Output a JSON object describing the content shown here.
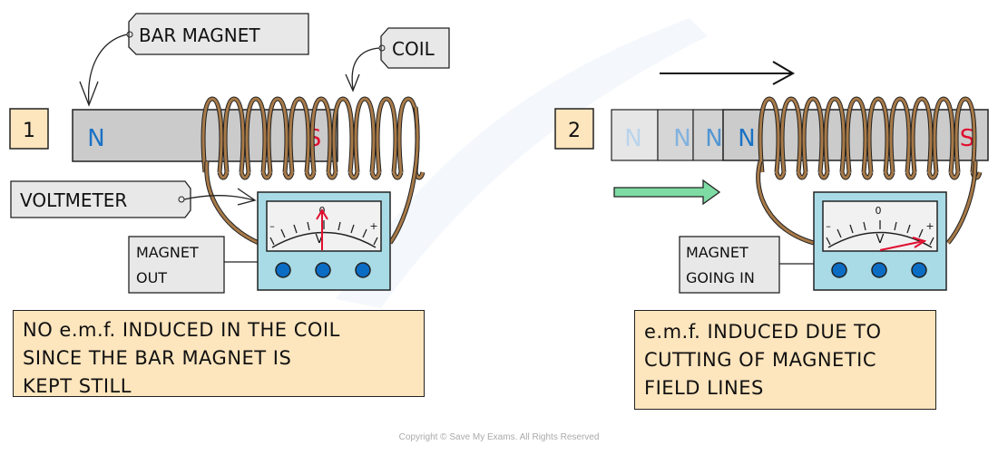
{
  "panels": [
    {
      "number": "1",
      "magnet_label": "BAR MAGNET",
      "coil_label": "COIL",
      "voltmeter_label": "VOLTMETER",
      "north": "N",
      "south": "S",
      "state_label": [
        "MAGNET",
        "OUT"
      ],
      "meter": {
        "zero": "0",
        "minus": "–",
        "plus": "+",
        "unit": "V",
        "needle_position": "zero"
      },
      "caption": [
        "NO e.m.f. INDUCED IN THE COIL",
        "SINCE THE BAR MAGNET IS",
        "KEPT STILL"
      ]
    },
    {
      "number": "2",
      "north": "N",
      "south": "S",
      "ghost_north": [
        "N",
        "N",
        "N"
      ],
      "motion_direction": "right",
      "state_label": [
        "MAGNET",
        "GOING IN"
      ],
      "meter": {
        "zero": "0",
        "minus": "–",
        "plus": "+",
        "unit": "V",
        "needle_position": "positive"
      },
      "caption": [
        "e.m.f. INDUCED DUE TO",
        "CUTTING OF MAGNETIC",
        "FIELD LINES"
      ]
    }
  ],
  "colors": {
    "caption_bg": "#fde5bd",
    "magnet": "#cbcbcb",
    "coil": "#a87a48",
    "meter_body": "#a9dbe6",
    "knob": "#0b6cc4",
    "needle": "#e0102f",
    "north": "#1a72c4",
    "south": "#e0102f",
    "motion_arrow": "#7fdba4"
  },
  "copyright": "Copyright © Save My Exams. All Rights Reserved"
}
